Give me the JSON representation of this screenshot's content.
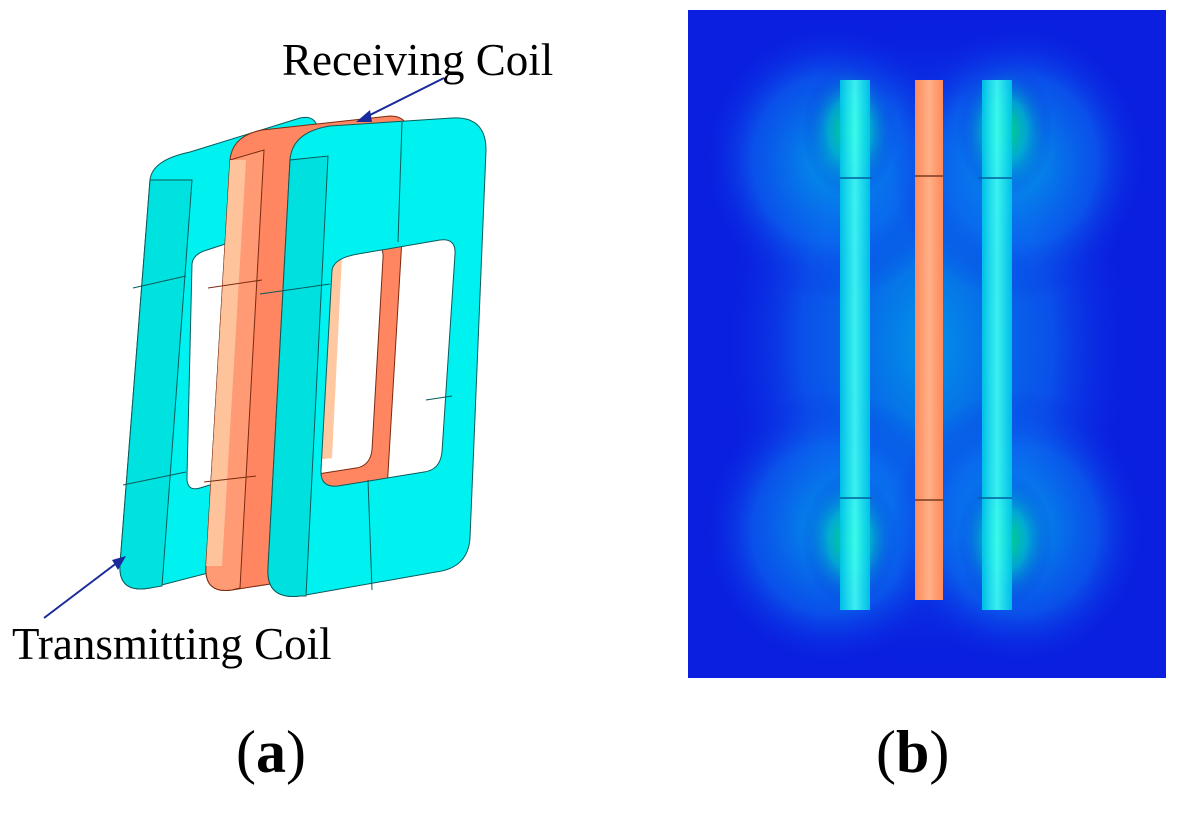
{
  "panel_a": {
    "receiving_coil_label": "Receiving Coil",
    "transmitting_coil_label": "Transmitting Coil",
    "panel_letter": "a"
  },
  "panel_b": {
    "panel_letter": "b"
  },
  "colors": {
    "transmitting_coil": "#00f2f0",
    "transmitting_coil_shade": "#00d8d6",
    "receiving_coil": "#ff8660",
    "receiving_coil_inner": "#ffc8a0",
    "field_background": "#0a1fe0",
    "arrow": "#1a2a9a"
  }
}
